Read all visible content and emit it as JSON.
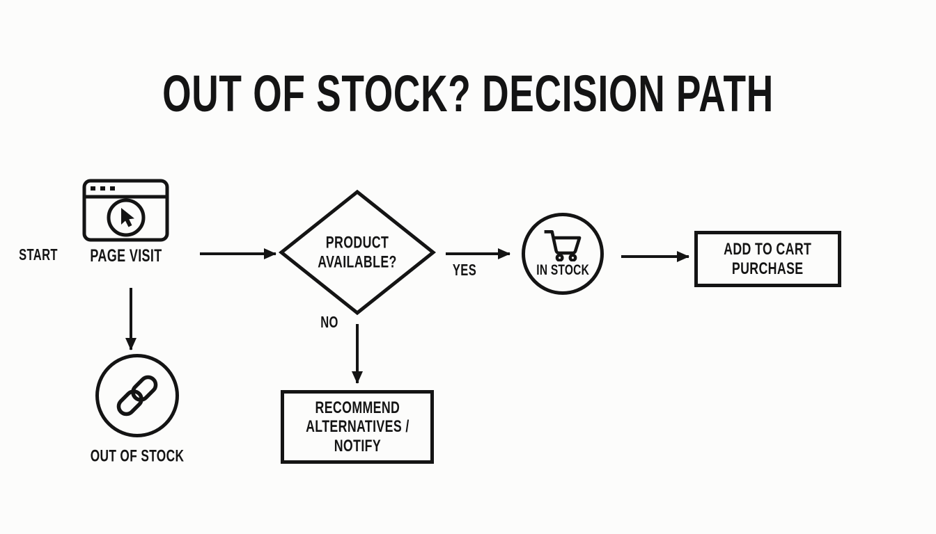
{
  "title": "OUT OF STOCK? DECISION PATH",
  "flow": {
    "start_label": "START",
    "page_visit": {
      "label": "PAGE VISIT",
      "icon": "browser-cursor-icon"
    },
    "decision": {
      "line1": "PRODUCT",
      "line2": "AVAILABLE?"
    },
    "yes_label": "YES",
    "no_label": "NO",
    "in_stock": {
      "label": "IN STOCK",
      "icon": "shopping-cart-icon"
    },
    "add_to_cart": {
      "line1": "ADD TO CART",
      "line2": "PURCHASE"
    },
    "recommend": {
      "line1": "RECOMMEND",
      "line2": "ALTERNATIVES /",
      "line3": "NOTIFY"
    },
    "out_of_stock": {
      "label": "OUT OF STOCK",
      "icon": "link-icon"
    }
  },
  "colors": {
    "ink": "#141414",
    "background": "#fcfcfb"
  }
}
